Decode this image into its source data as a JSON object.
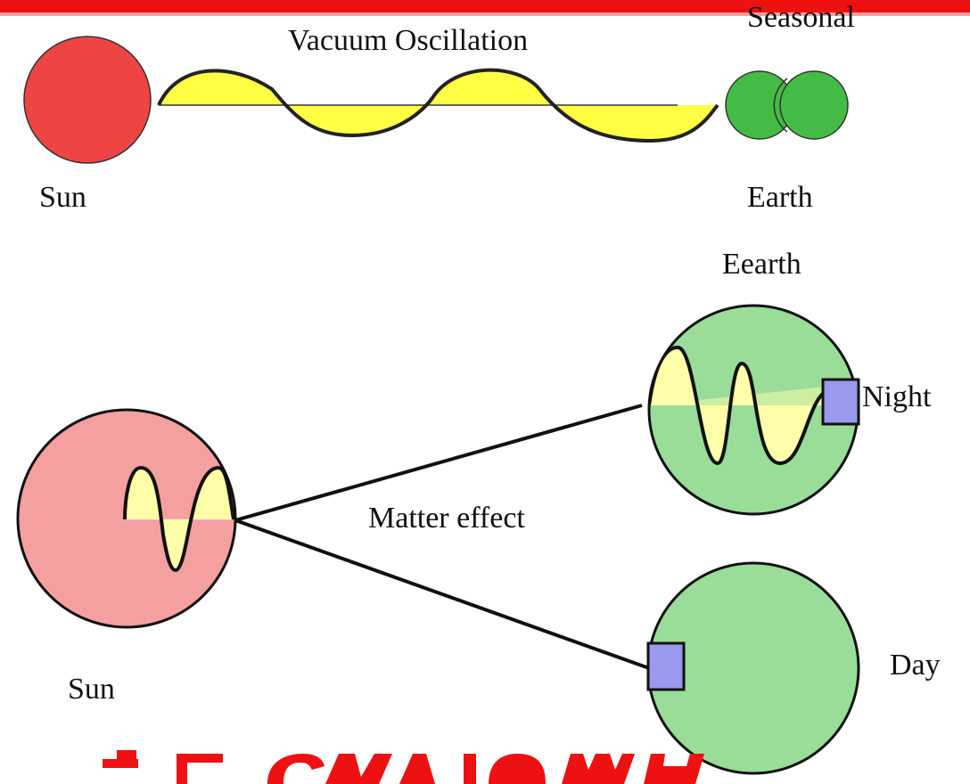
{
  "labels": {
    "vacuum_oscillation": "Vacuum Oscillation",
    "seasonal": "Seasonal",
    "sun_top": "Sun",
    "earth_top": "Earth",
    "earth_bottom": "Eearth",
    "night": "Night",
    "matter_effect": "Matter effect",
    "day": "Day",
    "sun_bottom": "Sun"
  },
  "colors": {
    "banner": "#ee1111",
    "sun_top": "#ee4444",
    "earth_top": "#44bb44",
    "sun_bottom": "#f4a0a0",
    "earth_bottom": "#99dd99",
    "wave_fill": "#ffff44",
    "wave_fill_pale": "#ffffaa",
    "detector": "#9999ee",
    "bottom_text": "#ee1111"
  }
}
